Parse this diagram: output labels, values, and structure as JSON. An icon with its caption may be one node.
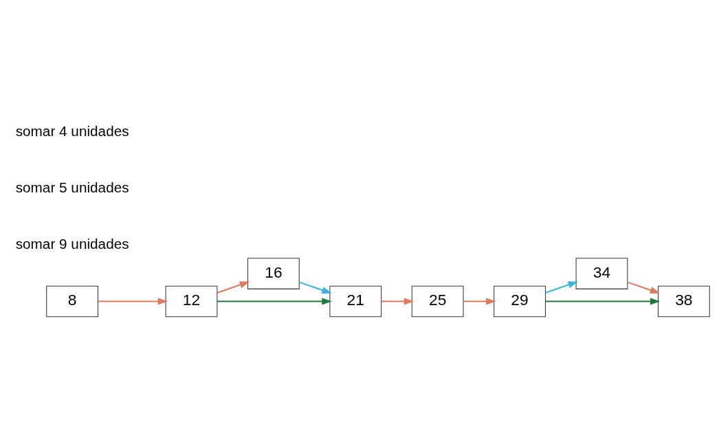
{
  "diagram": {
    "nodes": [
      {
        "text": [
          "8"
        ]
      },
      {
        "text": [
          "12"
        ]
      },
      {
        "text": [
          "16"
        ]
      },
      {
        "text": [
          "21"
        ]
      },
      {
        "text": [
          "25"
        ]
      },
      {
        "text": [
          "29"
        ]
      },
      {
        "text": [
          "34"
        ]
      },
      {
        "text": [
          "38"
        ]
      }
    ],
    "edges": [
      {
        "from": 0,
        "to": 1,
        "arrow": "to"
      },
      {
        "from": 1,
        "to": 2,
        "arrow": "to"
      },
      {
        "from": 2,
        "to": 3,
        "arrow": "to",
        "color": "#3bb4e0"
      },
      {
        "from": 1,
        "to": 3,
        "arrow": "to",
        "color": "#1f7a3a"
      },
      {
        "from": 3,
        "to": 4,
        "arrow": "to"
      },
      {
        "from": 4,
        "to": 5,
        "arrow": "to"
      },
      {
        "from": 5,
        "to": 6,
        "arrow": "to",
        "color": "#3bb4e0"
      },
      {
        "from": 5,
        "to": 7,
        "arrow": "to",
        "color": "#1f7a3a"
      },
      {
        "from": 6,
        "to": 7,
        "arrow": "to"
      }
    ],
    "legend": [
      {
        "text": "somar 4 unidades"
      },
      {
        "text": "somar 5 unidades"
      },
      {
        "text": "somar 9 unidades"
      }
    ]
  }
}
